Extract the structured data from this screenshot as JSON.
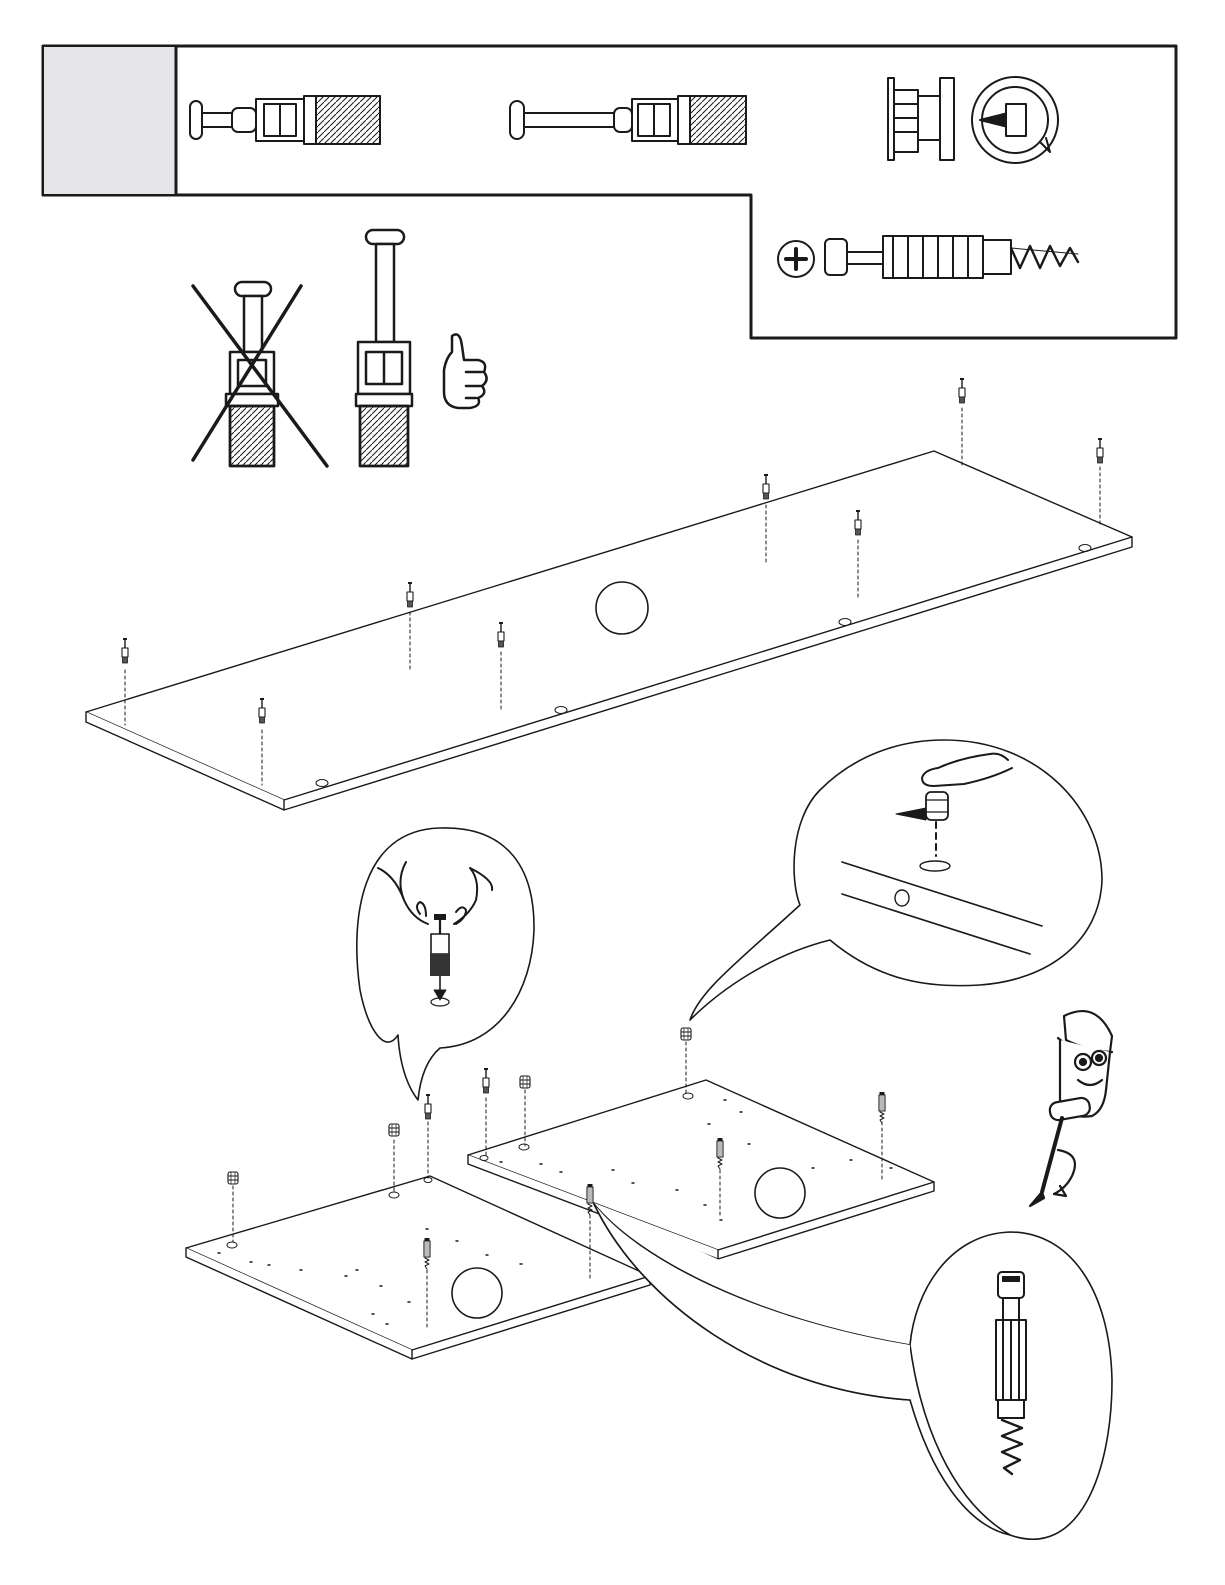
{
  "page": {
    "background": "#ffffff",
    "ink": "#1a1a1a",
    "step_box_fill": "#e6e6e8"
  },
  "hardware_panel": {
    "step_number": "",
    "parts": [
      {
        "name": "short-cam-bolt"
      },
      {
        "name": "long-cam-bolt"
      },
      {
        "name": "cam-lock"
      },
      {
        "name": "dowel-screw"
      }
    ]
  },
  "install_tip": {
    "wrong": "cam-bolt-over-inserted",
    "right": "cam-bolt-correct-depth",
    "thumb": "thumbs-up-icon"
  },
  "panels": [
    {
      "name": "long-top-panel",
      "label": ""
    },
    {
      "name": "left-side-panel",
      "label": ""
    },
    {
      "name": "right-side-panel",
      "label": ""
    }
  ],
  "detail_callouts": [
    {
      "name": "cam-bolt-insert-detail"
    },
    {
      "name": "cam-lock-insert-detail"
    },
    {
      "name": "dowel-screw-detail"
    }
  ],
  "mascot": {
    "name": "screwdriver-mascot-icon"
  }
}
